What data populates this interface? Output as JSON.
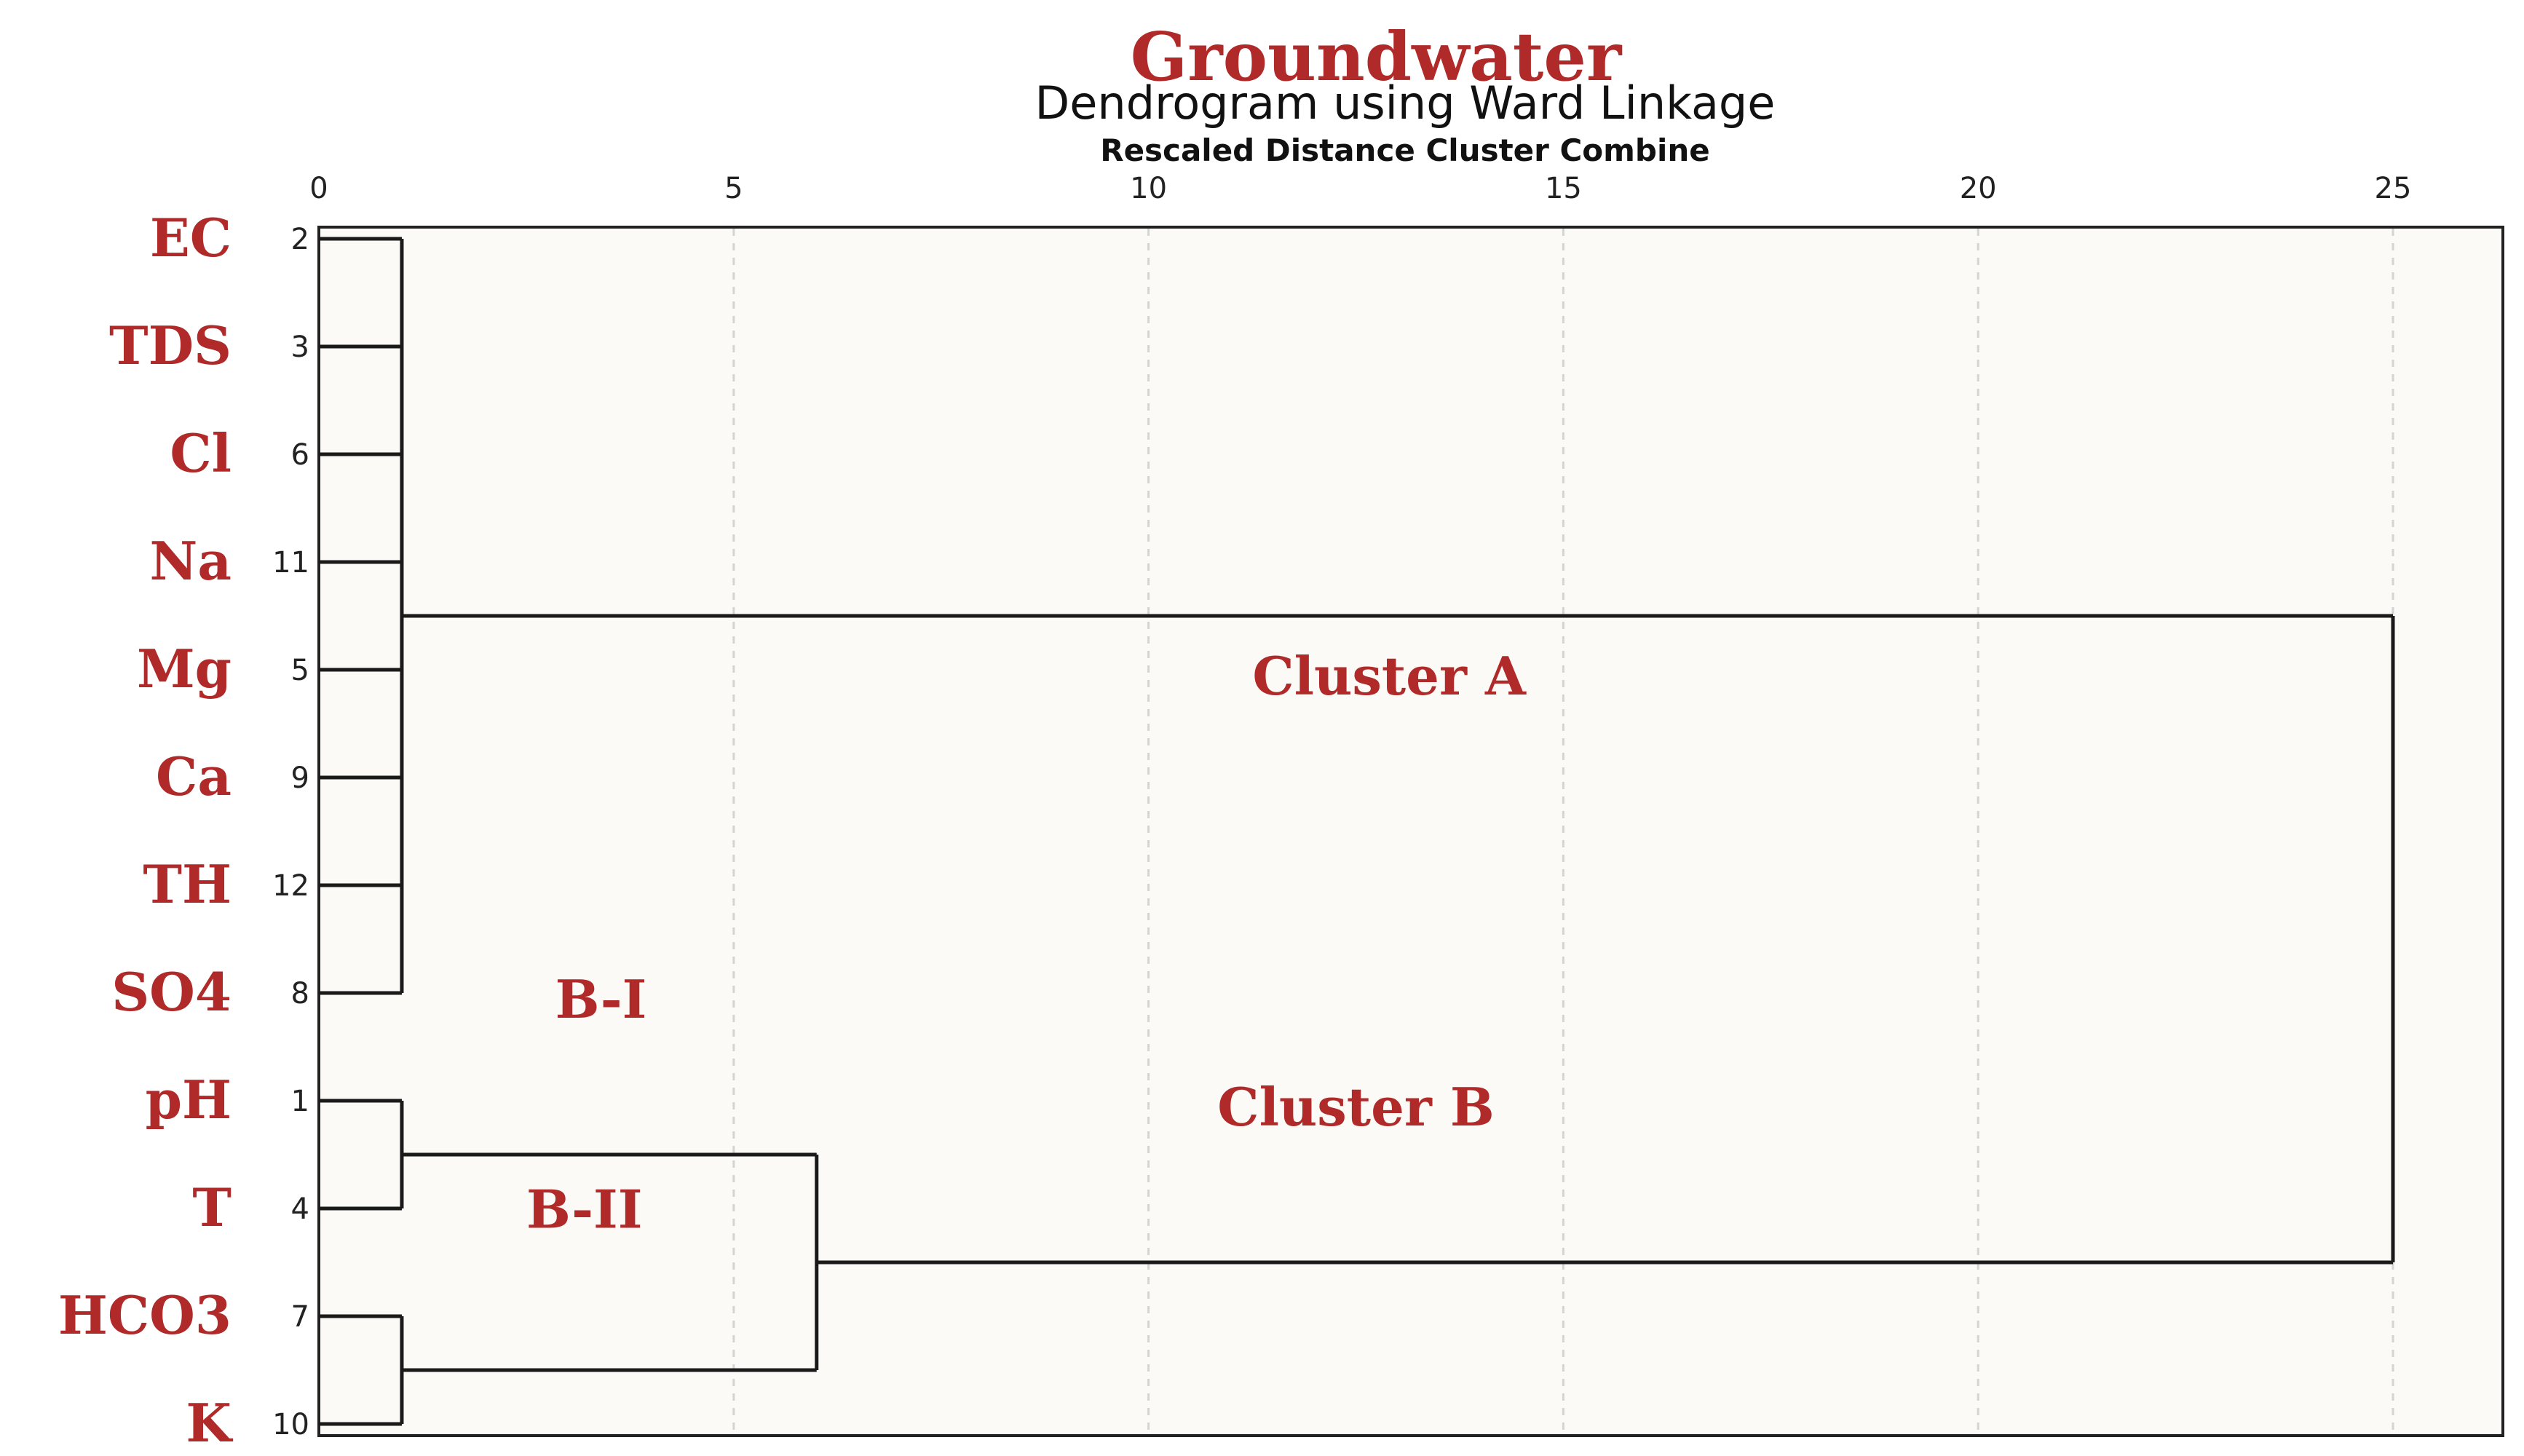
{
  "chart_data": {
    "type": "dendrogram",
    "title": "Groundwater",
    "subtitle": "Dendrogram using Ward Linkage",
    "xlabel": "Rescaled Distance Cluster Combine",
    "xlim": [
      0,
      25
    ],
    "xticks": [
      0,
      5,
      10,
      15,
      20,
      25
    ],
    "grid": true,
    "leaves": [
      {
        "label": "EC",
        "id": "2"
      },
      {
        "label": "TDS",
        "id": "3"
      },
      {
        "label": "Cl",
        "id": "6"
      },
      {
        "label": "Na",
        "id": "11"
      },
      {
        "label": "Mg",
        "id": "5"
      },
      {
        "label": "Ca",
        "id": "9"
      },
      {
        "label": "TH",
        "id": "12"
      },
      {
        "label": "SO4",
        "id": "8"
      },
      {
        "label": "pH",
        "id": "1"
      },
      {
        "label": "T",
        "id": "4"
      },
      {
        "label": "HCO3",
        "id": "7"
      },
      {
        "label": "K",
        "id": "10"
      }
    ],
    "merges": [
      {
        "leaves": [
          0,
          7
        ],
        "distance": 1.0
      },
      {
        "leaves": [
          8,
          9
        ],
        "distance": 1.0
      },
      {
        "leaves": [
          10,
          11
        ],
        "distance": 1.0
      },
      {
        "children": [
          1,
          2
        ],
        "distance": 6.0
      },
      {
        "children": [
          0,
          3
        ],
        "distance": 25.0
      }
    ],
    "annotations": [
      {
        "text": "Cluster A",
        "x": 12.9,
        "leaf_pos": 4.5
      },
      {
        "text": "Cluster B",
        "x": 12.5,
        "leaf_pos": 8.5
      },
      {
        "text": "B-I",
        "x": 3.4,
        "leaf_pos": 7.5
      },
      {
        "text": "B-II",
        "x": 3.2,
        "leaf_pos": 9.45
      }
    ]
  }
}
